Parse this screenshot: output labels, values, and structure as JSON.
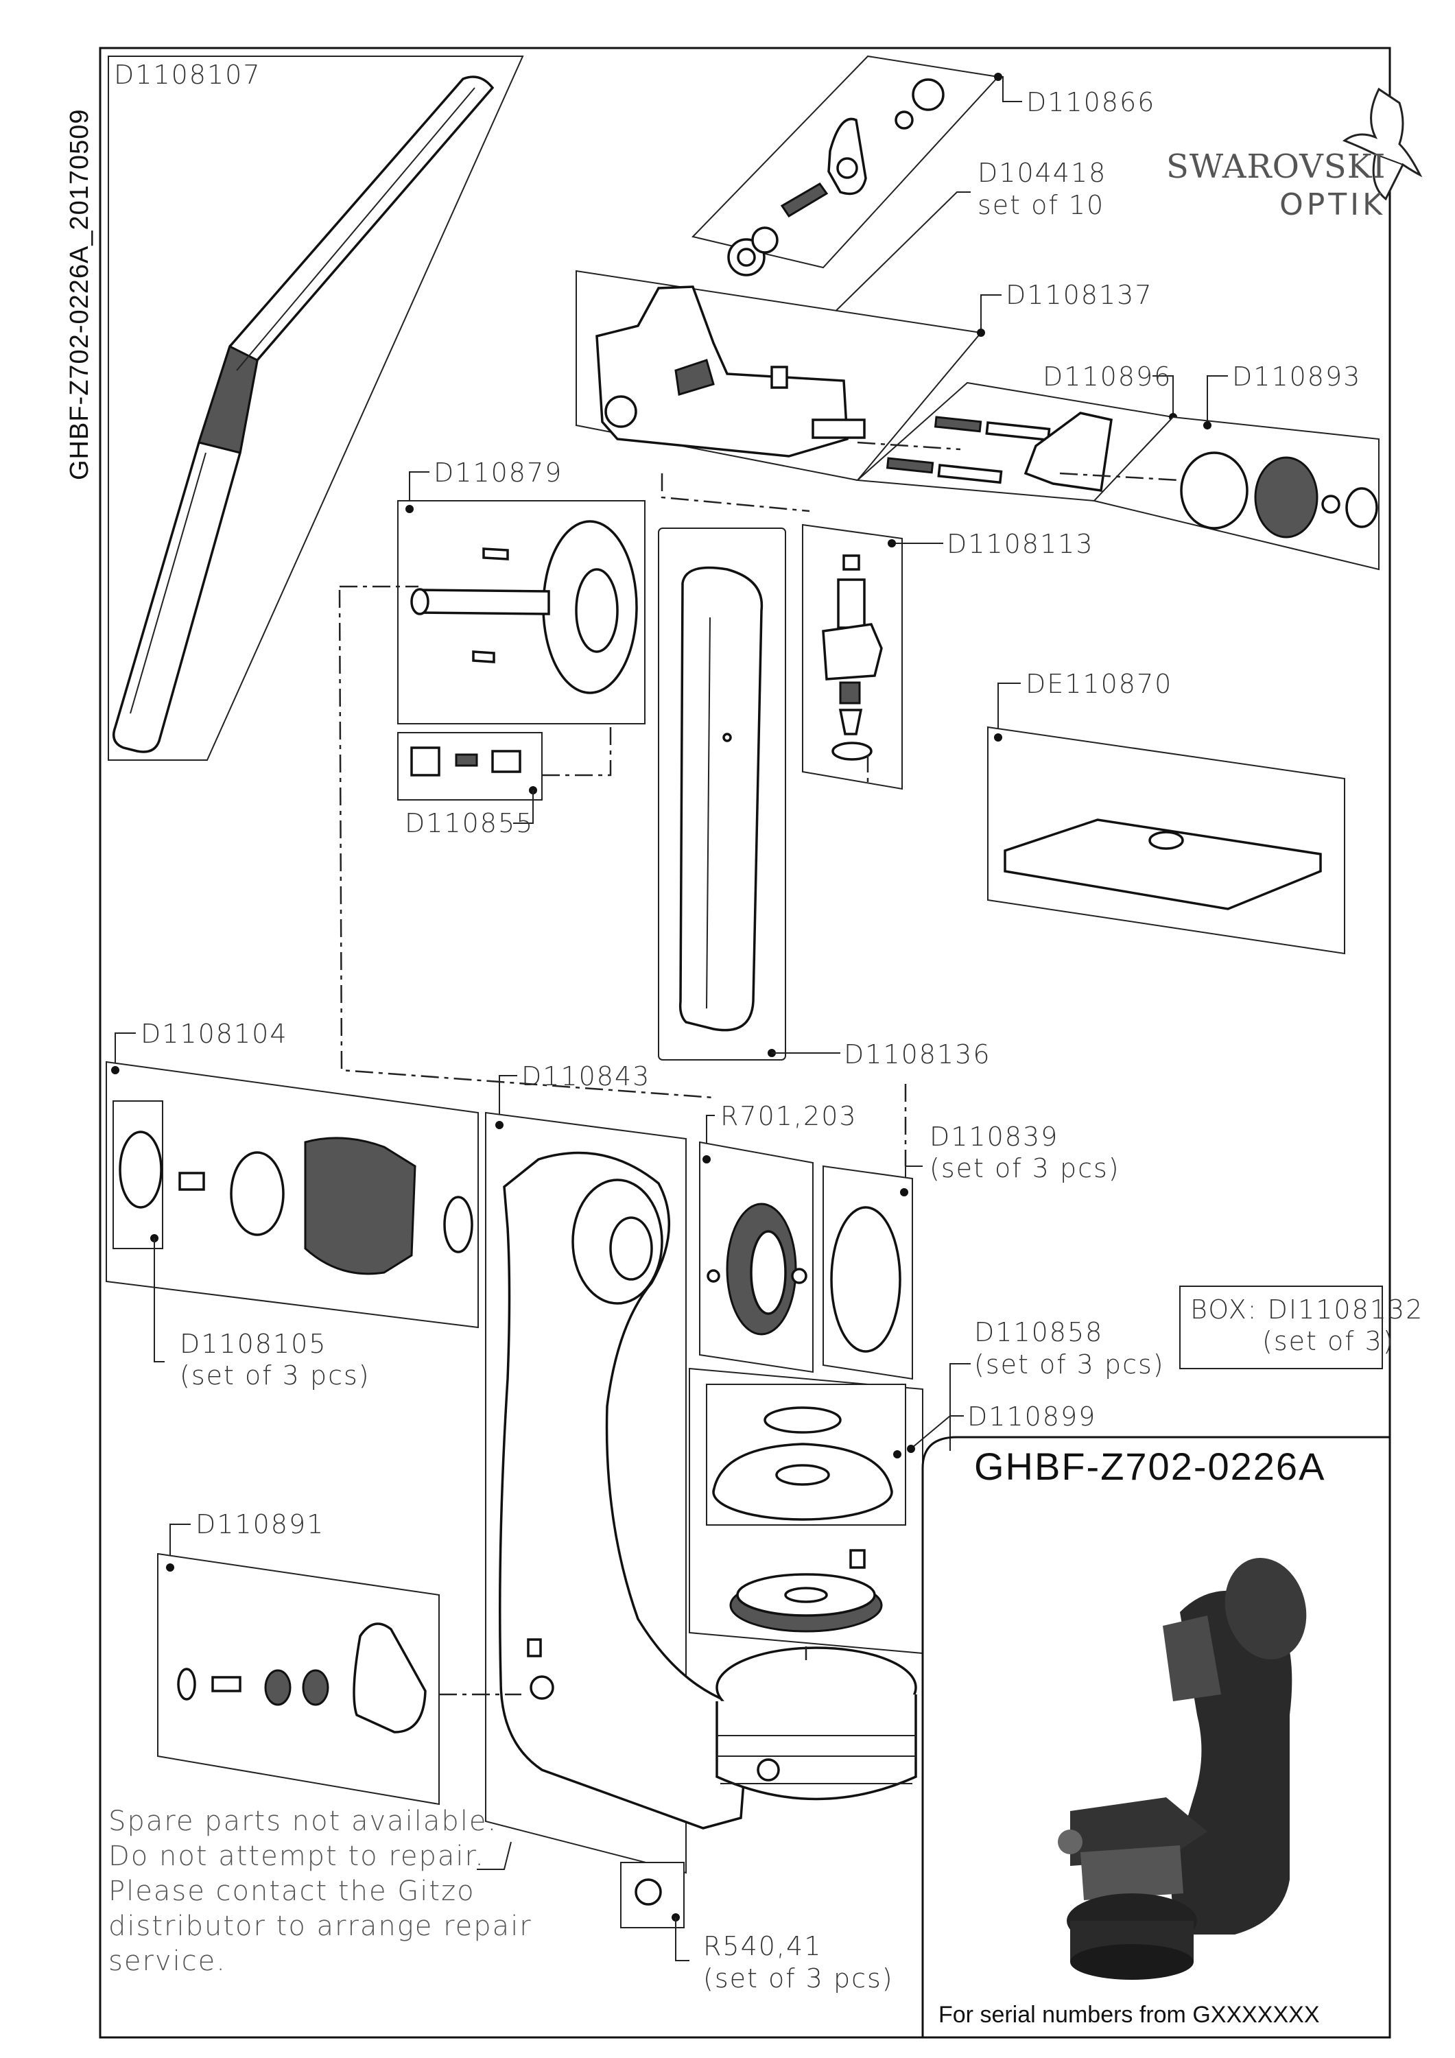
{
  "document": {
    "side_code": "GHBF-Z702-0226A_20170509",
    "model_code": "GHBF-Z702-0226A",
    "serial_note": "For serial numbers from GXXXXXXX"
  },
  "brand": {
    "line1": "SWAROVSKI",
    "line2": "OPTIK",
    "logo_icon": "hawk-icon"
  },
  "parts": {
    "d1108107": "D1108107",
    "d110866": "D110866",
    "d104418": "D104418",
    "d104418_note": "set of 10",
    "d1108137": "D1108137",
    "d110896": "D110896",
    "d110893": "D110893",
    "d110879": "D110879",
    "d1108113": "D1108113",
    "de110870": "DE110870",
    "d110855": "D110855",
    "d1108136": "D1108136",
    "d1108104": "D1108104",
    "d110843": "D110843",
    "r701203": "R701,203",
    "d110839": "D110839",
    "d110839_note": "(set of 3 pcs)",
    "box": "BOX: DI1108132",
    "box_note": "(set of 3)",
    "d1108105": "D1108105",
    "d1108105_note": "(set of 3 pcs)",
    "d110858": "D110858",
    "d110858_note": "(set of 3 pcs)",
    "d110899": "D110899",
    "d110891": "D110891",
    "r54041": "R540,41",
    "r54041_note": "(set of 3 pcs)"
  },
  "notice": [
    "Spare parts not available.",
    "Do not attempt to repair.",
    "Please contact the Gitzo",
    "distributor to arrange repair",
    "service."
  ],
  "colors": {
    "line": "#111111",
    "label_text": "#333333",
    "dark_part": "#2a2a2a"
  }
}
